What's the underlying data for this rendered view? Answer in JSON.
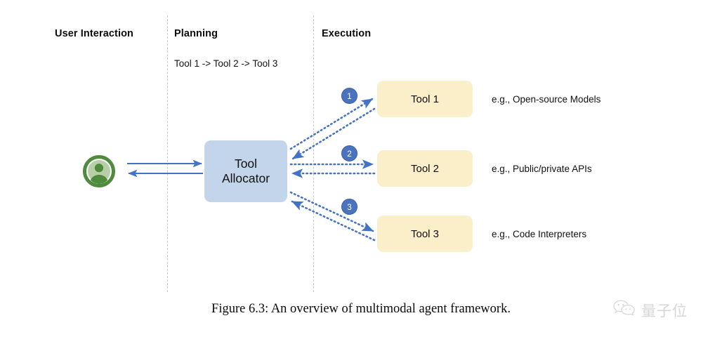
{
  "figure": {
    "caption": "Figure 6.3: An overview of multimodal agent framework.",
    "columns": [
      {
        "id": "user-interaction",
        "label": "User Interaction"
      },
      {
        "id": "planning",
        "label": "Planning"
      },
      {
        "id": "execution",
        "label": "Execution"
      }
    ],
    "planning": {
      "plan_text": "Tool 1 -> Tool 2 -> Tool 3"
    },
    "user": {
      "icon": "user-avatar-icon"
    },
    "allocator": {
      "line1": "Tool",
      "line2": "Allocator",
      "color": "#c3d5ea"
    },
    "tools": [
      {
        "badge": "1",
        "name": "Tool 1",
        "example": "e.g., Open-source Models"
      },
      {
        "badge": "2",
        "name": "Tool 2",
        "example": "e.g., Public/private APIs"
      },
      {
        "badge": "3",
        "name": "Tool 3",
        "example": "e.g., Code Interpreters"
      }
    ],
    "colors": {
      "tool_box": "#fbefca",
      "allocator_box": "#c3d5ea",
      "badge": "#4a72bd",
      "arrow": "#4472c4",
      "avatar_ring": "#4f8a3d",
      "divider": "#c8c8c8"
    },
    "watermark": {
      "text": "量子位",
      "icon": "wechat-bubbles-icon"
    }
  }
}
